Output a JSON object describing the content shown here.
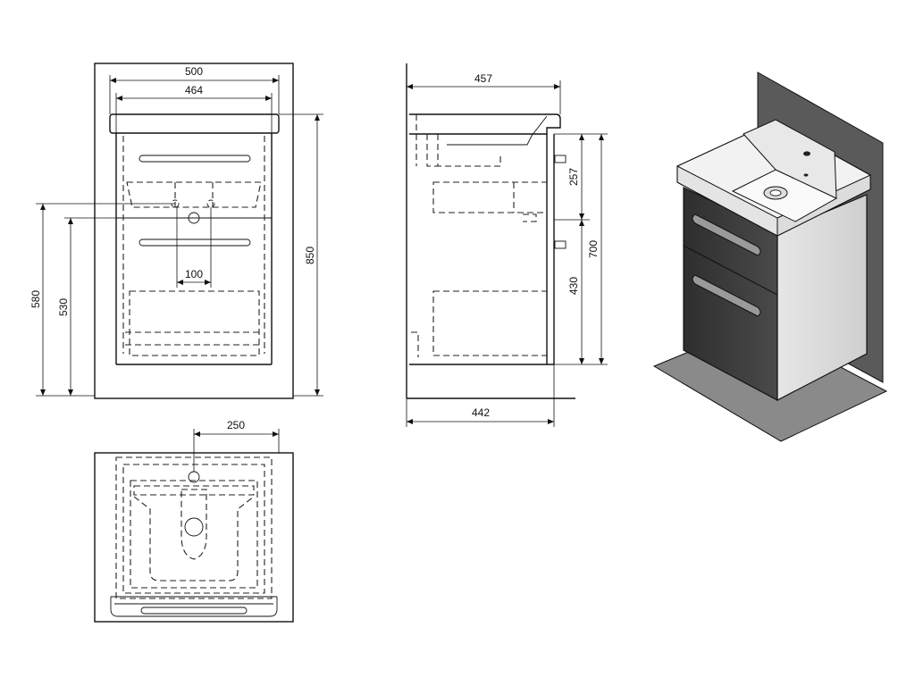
{
  "dimensions": {
    "front_total_width": "500",
    "front_inner_width": "464",
    "front_drain_offset": "100",
    "front_height_total": "850",
    "front_height_580": "580",
    "front_height_530": "530",
    "side_top_depth": "457",
    "side_bottom_depth": "442",
    "side_drawer_gap": "257",
    "side_cabinet_height": "700",
    "side_lower_height": "430",
    "top_drain_offset": "250"
  },
  "colors": {
    "line": "#111111",
    "wall": "#5a5a5a",
    "cabinet_front": "#3a3a3a",
    "basin": "#f2f2f2",
    "floor": "#8a8a8a"
  }
}
